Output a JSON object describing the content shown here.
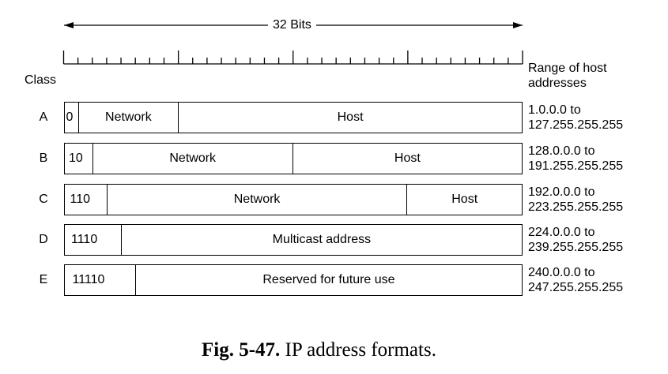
{
  "header": {
    "bits_label": "32 Bits",
    "class_label": "Class",
    "range_label_line1": "Range of host",
    "range_label_line2": "addresses"
  },
  "rows": [
    {
      "class": "A",
      "cells": [
        "0",
        "Network",
        "Host"
      ],
      "range_line1": "1.0.0.0 to",
      "range_line2": "127.255.255.255"
    },
    {
      "class": "B",
      "cells": [
        "10",
        "Network",
        "Host"
      ],
      "range_line1": "128.0.0.0 to",
      "range_line2": "191.255.255.255"
    },
    {
      "class": "C",
      "cells": [
        "110",
        "Network",
        "Host"
      ],
      "range_line1": "192.0.0.0 to",
      "range_line2": "223.255.255.255"
    },
    {
      "class": "D",
      "cells": [
        "1110",
        "Multicast address"
      ],
      "range_line1": "224.0.0.0 to",
      "range_line2": "239.255.255.255"
    },
    {
      "class": "E",
      "cells": [
        "11110",
        "Reserved for future use"
      ],
      "range_line1": "240.0.0.0 to",
      "range_line2": "247.255.255.255"
    }
  ],
  "caption": {
    "label": "Fig.  5-47.",
    "text": " IP address formats."
  }
}
